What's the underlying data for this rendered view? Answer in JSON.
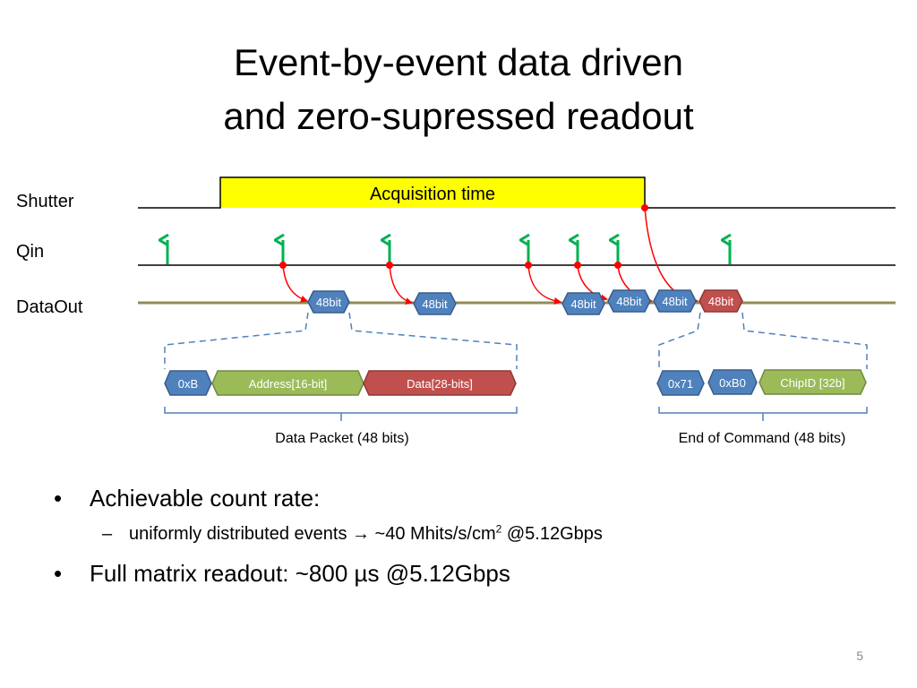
{
  "slide": {
    "title_line1": "Event-by-event data driven",
    "title_line2": "and zero-supressed readout",
    "page_number": "5"
  },
  "diagram": {
    "signals": {
      "shutter": "Shutter",
      "qin": "Qin",
      "dataout": "DataOut"
    },
    "acquisition_label": "Acquisition time",
    "packet_label": "48bit",
    "data_packet": {
      "header": "0xB",
      "address": "Address[16-bit]",
      "data": "Data[28-bits]",
      "caption": "Data Packet (48 bits)"
    },
    "end_of_command": {
      "field1": "0x71",
      "field2": "0xB0",
      "chipid": "ChipID [32b]",
      "caption": "End of Command (48 bits)"
    },
    "colors": {
      "acquisition_fill": "#ffff00",
      "packet_blue": "#4f81bd",
      "packet_red": "#c0504d",
      "field_green": "#9bbb59",
      "qin_arrow": "#00b050",
      "dataout_line": "#948a54",
      "readout_arrow": "#ff0000"
    }
  },
  "bullets": {
    "item1": "Achievable count rate:",
    "item1_sub_text": "uniformly distributed events → ~40 Mhits/s/cm",
    "item1_sub_sup": "2",
    "item1_sub_tail": " @5.12Gbps",
    "item2": "Full matrix readout: ~800 µs @5.12Gbps"
  }
}
